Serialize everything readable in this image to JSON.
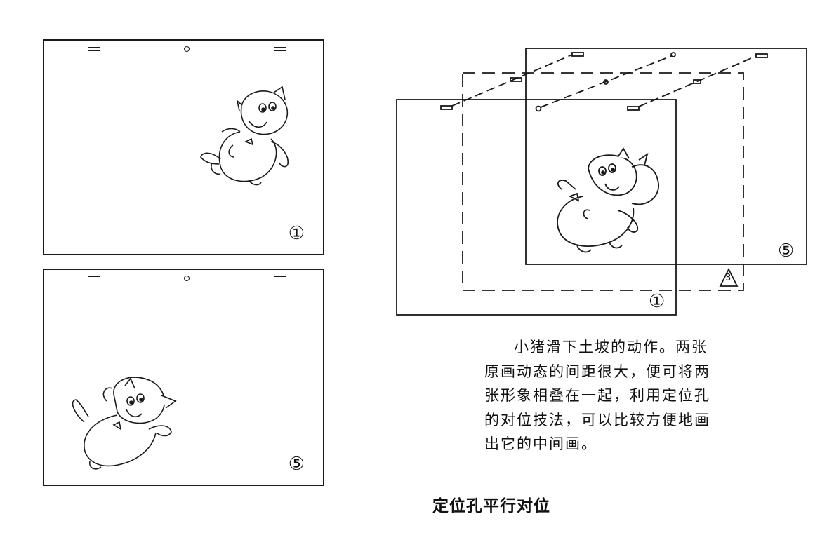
{
  "frames": {
    "left_top_number": "①",
    "left_bottom_number": "⑤"
  },
  "overlay": {
    "front_number": "①",
    "back_number": "⑤",
    "middle_number": "3"
  },
  "caption": {
    "lines": [
      "小猪滑下土坡的动作。两张",
      "原画动态的间距很大，便可将两",
      "张形象相叠在一起，利用定位孔",
      "的对位技法，可以比较方便地画",
      "出它的中间画。"
    ]
  },
  "figure_title": "定位孔平行对位"
}
